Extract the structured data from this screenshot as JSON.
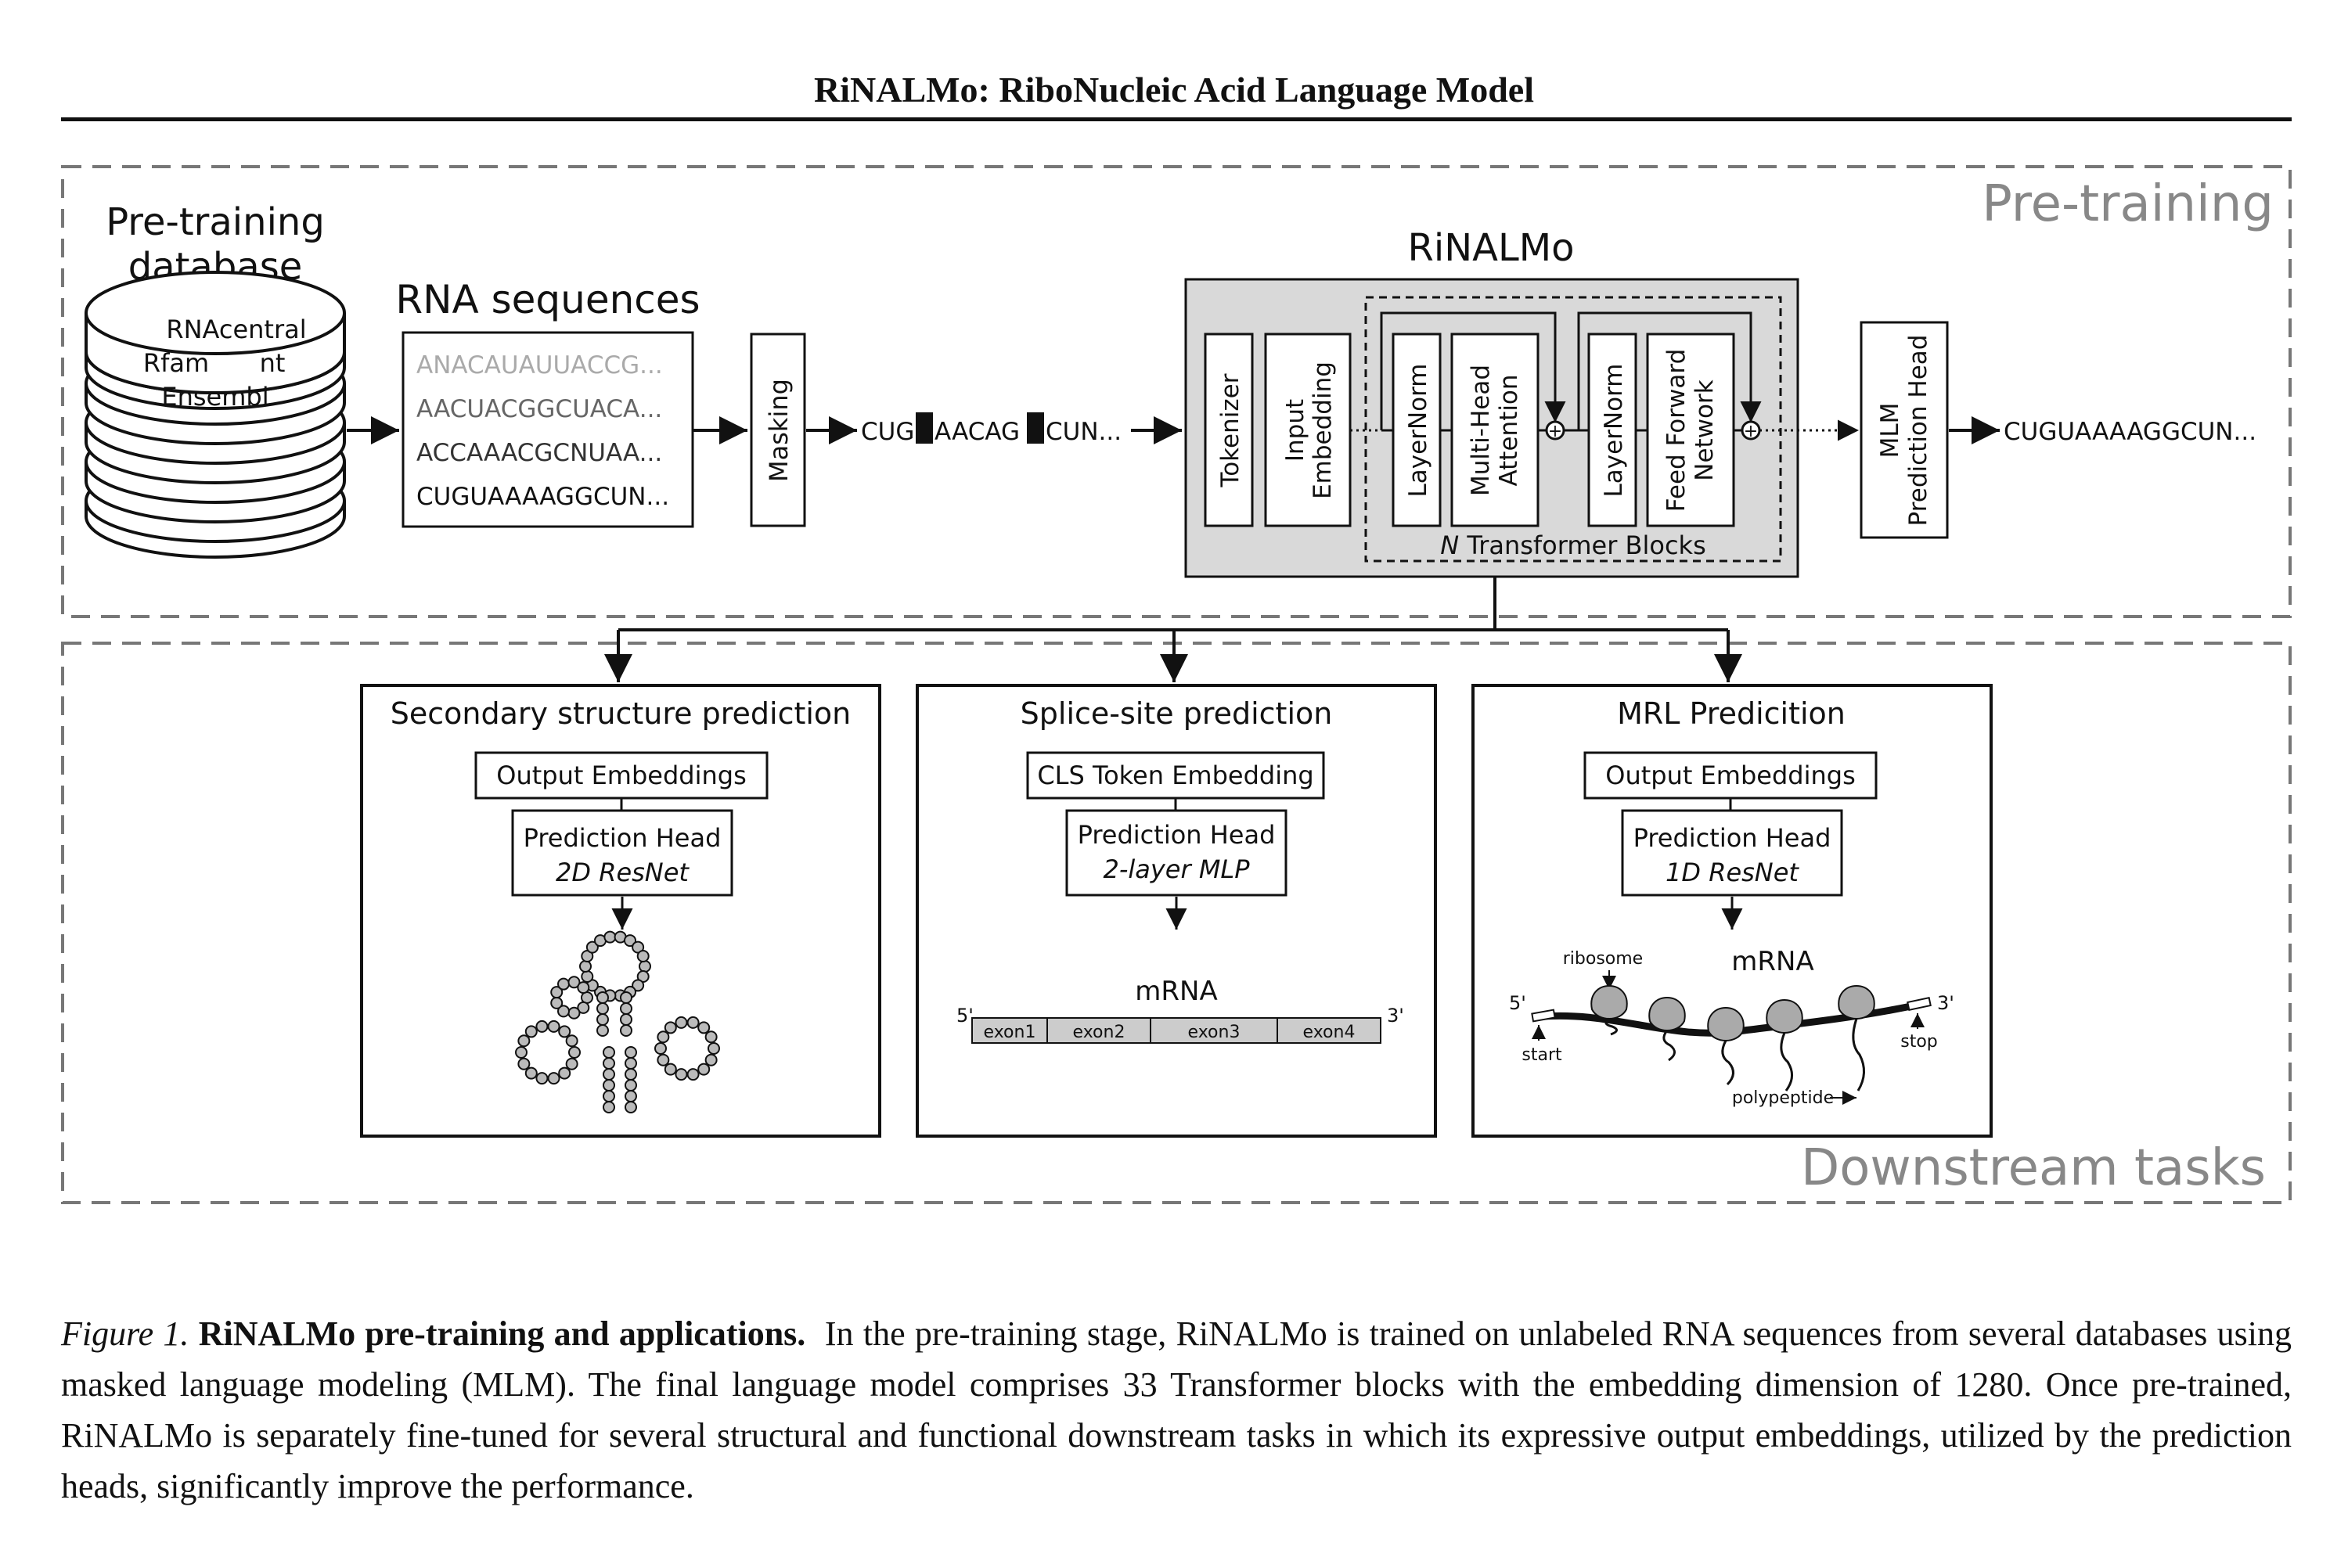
{
  "header": {
    "title": "RiNALMo: RiboNucleic Acid Language Model"
  },
  "figure": {
    "pretraining_label": "Pre-training",
    "downstream_label": "Downstream tasks",
    "database": {
      "title_line1": "Pre-training",
      "title_line2": "database",
      "sources": [
        "RNAcentral",
        "Rfam",
        "nt",
        "Ensembl"
      ]
    },
    "rna_sequences": {
      "title": "RNA sequences",
      "lines": [
        "ANACAUAUUACCG...",
        "AACUACGGCUACA...",
        "ACCAAACGCNUAA...",
        "CUGUAAAAGGCUN..."
      ]
    },
    "masking_label": "Masking",
    "masked_sequence": {
      "part1": "CUG",
      "part2": "AACAG",
      "part3": "CUN..."
    },
    "model": {
      "title": "RiNALMo",
      "tokenizer": "Tokenizer",
      "input_embedding_line1": "Input",
      "input_embedding_line2": "Embedding",
      "layernorm": "LayerNorm",
      "mha_line1": "Multi-Head",
      "mha_line2": "Attention",
      "ffn_line1": "Feed Forward",
      "ffn_line2": "Network",
      "blocks_n": "N",
      "blocks_label": " Transformer Blocks",
      "plus": "+"
    },
    "mlm_head": {
      "line1": "MLM",
      "line2": "Prediction Head"
    },
    "output_sequence": "CUGUAAAAGGCUN...",
    "tasks": [
      {
        "title": "Secondary structure prediction",
        "embedding": "Output Embeddings",
        "head": "Prediction Head",
        "head_type": "2D ResNet"
      },
      {
        "title": "Splice-site prediction",
        "embedding": "CLS Token Embedding",
        "head": "Prediction Head",
        "head_type": "2-layer MLP",
        "mrna_label": "mRNA",
        "five_prime": "5'",
        "three_prime": "3'",
        "exons": [
          "exon1",
          "exon2",
          "exon3",
          "exon4"
        ]
      },
      {
        "title": "MRL Predicition",
        "embedding": "Output Embeddings",
        "head": "Prediction Head",
        "head_type": "1D ResNet",
        "mrna_label": "mRNA",
        "ribosome": "ribosome",
        "start": "start",
        "stop": "stop",
        "polypeptide": "polypeptide",
        "five_prime": "5'",
        "three_prime": "3'"
      }
    ]
  },
  "caption": {
    "label": "Figure 1.",
    "bold": "RiNALMo pre-training and applications.",
    "text": "In the pre-training stage, RiNALMo is trained on unlabeled RNA sequences from several databases using masked language modeling (MLM). The final language model comprises 33 Transformer blocks with the embedding dimension of 1280. Once pre-trained, RiNALMo is separately fine-tuned for several structural and functional downstream tasks in which its expressive output embeddings, utilized by the prediction heads, significantly improve the performance."
  }
}
